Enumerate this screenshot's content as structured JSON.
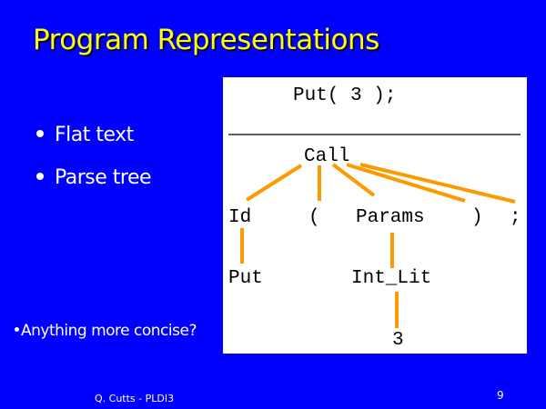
{
  "slide": {
    "title": "Program Representations",
    "bullets": [
      "Flat text",
      "Parse tree"
    ],
    "question": "Anything more concise?",
    "footer": "Q. Cutts  -  PLDI3",
    "page_number": "9"
  },
  "diagram": {
    "source_code": "Put( 3 );",
    "nodes": {
      "call": "Call",
      "id": "Id",
      "lparen": "(",
      "params": "Params",
      "rparen": ")",
      "semicolon": ";",
      "put": "Put",
      "int_lit": "Int_Lit",
      "three": "3"
    },
    "edges": [
      [
        "Call",
        "Id"
      ],
      [
        "Call",
        "("
      ],
      [
        "Call",
        "Params"
      ],
      [
        "Call",
        ")"
      ],
      [
        "Call",
        ";"
      ],
      [
        "Id",
        "Put"
      ],
      [
        "Params",
        "Int_Lit"
      ],
      [
        "Int_Lit",
        "3"
      ]
    ],
    "edge_color": "#ff9900"
  },
  "colors": {
    "background": "#0000ff",
    "title": "#ffff00"
  }
}
